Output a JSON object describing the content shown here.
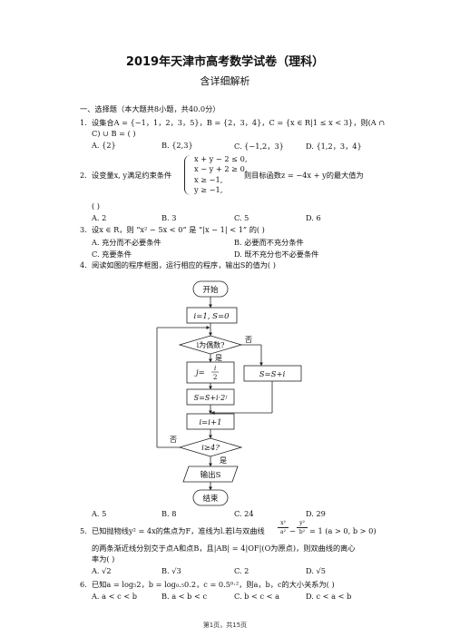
{
  "title": "2019年天津市高考数学试卷（理科）",
  "subtitle": "含详细解析",
  "section": "一、选择题（本大题共8小题，共40.0分）",
  "q1": {
    "num": "1.",
    "line1": "设集合A = {−1，1，2，3，5}，B = {2，3，4}，C = {x ∈ R|1 ≤ x < 3}，则(A ∩",
    "line2": "C) ∪ B = (     )",
    "opts": [
      "A.  {2}",
      "B.  {2,3}",
      "C.  {−1,2，3}",
      "D.  {1,2，3，4}"
    ]
  },
  "q2": {
    "num": "2.",
    "prefix": "设变量x, y满足约束条件",
    "constraints": [
      "x + y − 2 ≤ 0,",
      "x − y + 2 ≥ 0,",
      "x ≥ −1,",
      "y ≥ −1,"
    ],
    "suffix": "则目标函数z = −4x + y的最大值为",
    "paren": "(     )",
    "opts": [
      "A.  2",
      "B.  3",
      "C.  5",
      "D.  6"
    ]
  },
  "q3": {
    "num": "3.",
    "text": "设x ∈ R，则 “x² − 5x < 0” 是 “|x − 1| < 1” 的(     )",
    "opts": [
      "A.  充分而不必要条件",
      "B.  必要而不充分条件",
      "C.  充要条件",
      "D.  既不充分也不必要条件"
    ]
  },
  "q4": {
    "num": "4.",
    "text": "阅读如图的程序框图，运行相应的程序，输出S的值为(     )",
    "flow": {
      "start": "开始",
      "init": "i=1, S=0",
      "cond1": "i为偶数?",
      "no1": "否",
      "yes1": "是",
      "j_lhs": "j=",
      "j_num": "i",
      "j_den": "2",
      "s_odd": "S=S+i",
      "s_even": "S=S+i·2ʲ",
      "inc": "i=i+1",
      "cond2": "i≥4?",
      "no2": "否",
      "yes2": "是",
      "out": "输出S",
      "end": "结束"
    },
    "opts": [
      "A.  5",
      "B.  8",
      "C.  24",
      "D.  29"
    ]
  },
  "q5": {
    "num": "5.",
    "line1a": "已知抛物线y² = 4x的焦点为F，准线为l.若l与双曲线",
    "frac1_num": "x²",
    "frac1_den": "a²",
    "minus": "−",
    "frac2_num": "y²",
    "frac2_den": "b²",
    "line1b": "= 1 (a > 0, b > 0)",
    "line2": "的两条渐近线分别交于点A和点B，且|AB| = 4|OF|(O为原点)，则双曲线的离心",
    "line3": "率为(     )",
    "opts": [
      "A.  √2",
      "B.  √3",
      "C.  2",
      "D.  √5"
    ]
  },
  "q6": {
    "num": "6.",
    "text": "已知a = log₅2，b = log₀.₅0.2，c = 0.5⁰·²，则a，b，c的大小关系为(     )",
    "opts": [
      "A.  a < c < b",
      "B.  a < b < c",
      "C.  b < c < a",
      "D.  c < a < b"
    ]
  },
  "footer": "第1页，共15页"
}
